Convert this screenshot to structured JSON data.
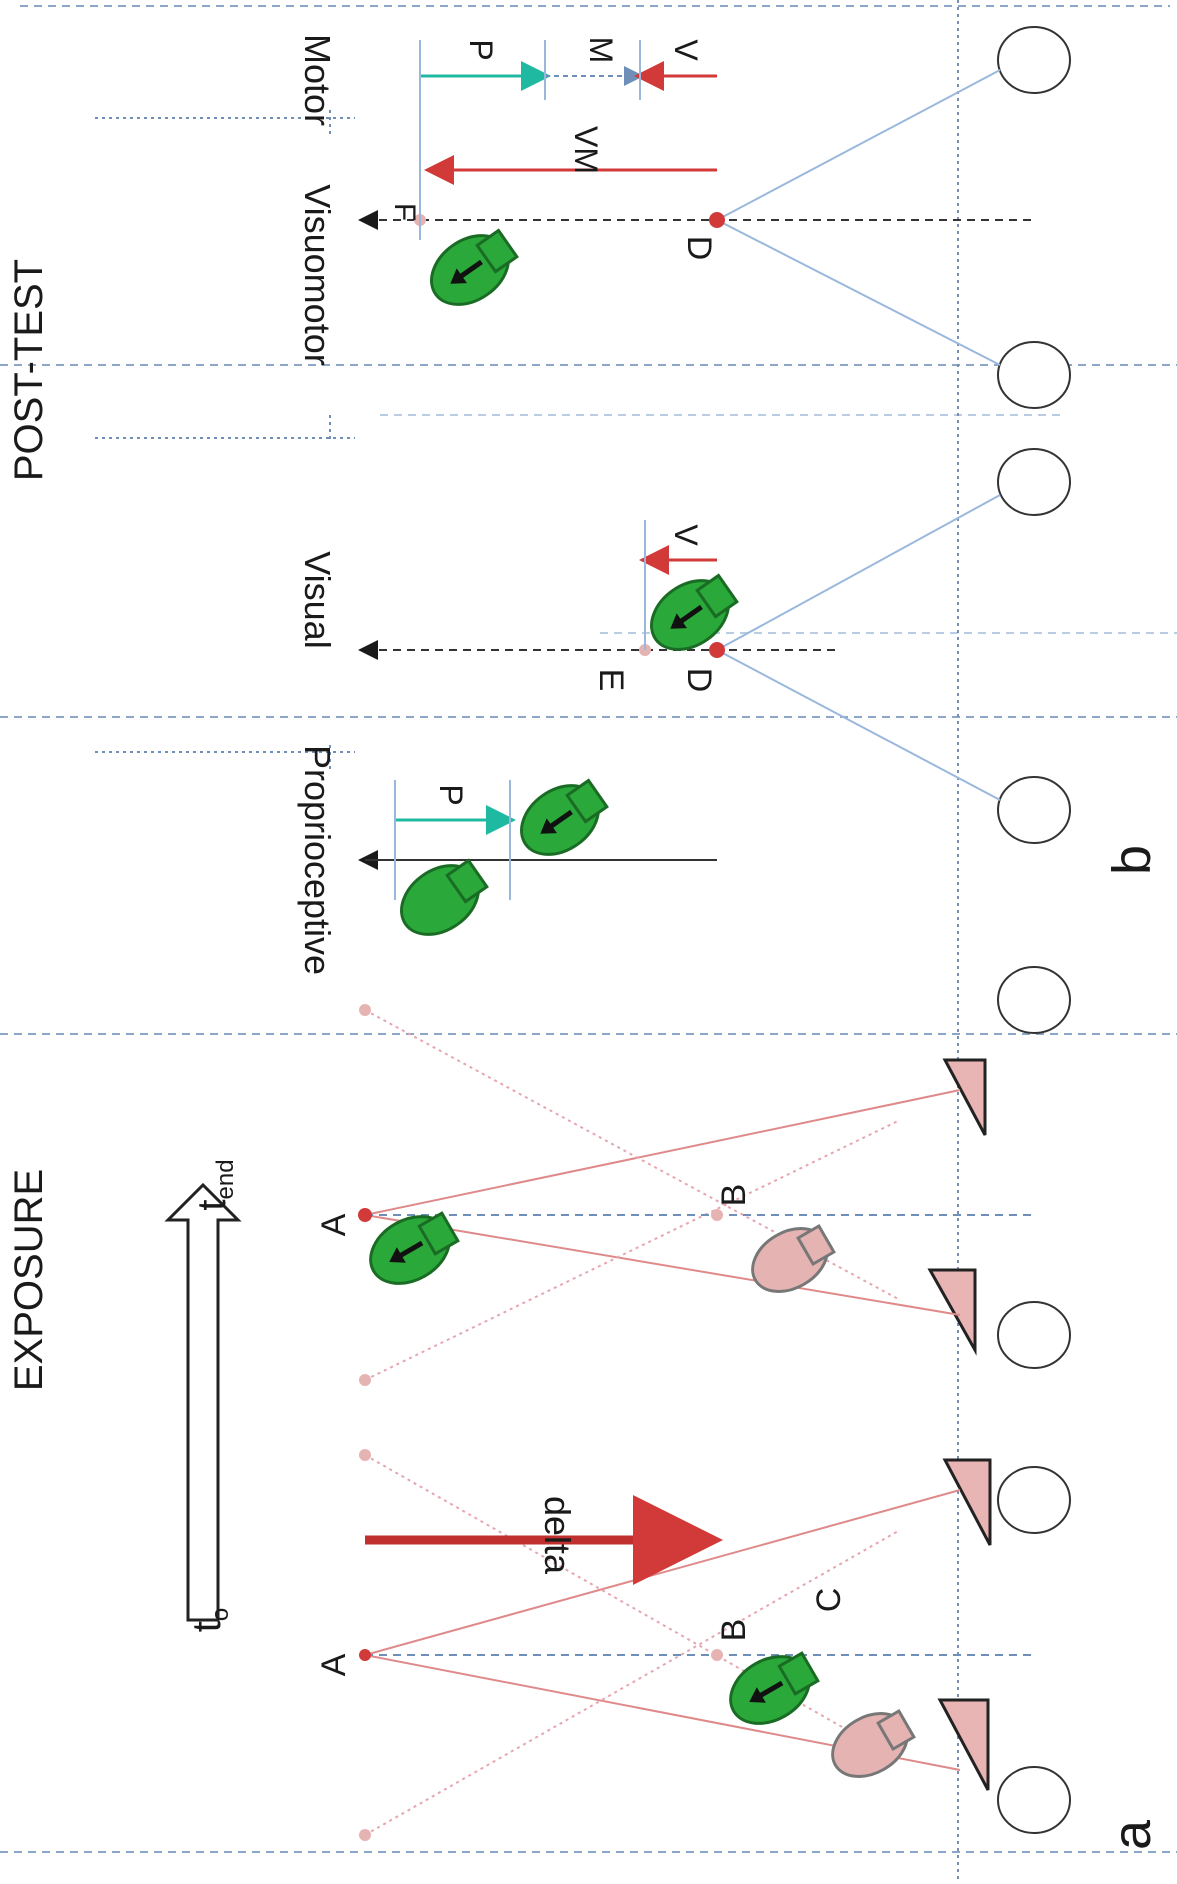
{
  "figure": {
    "panel_labels": {
      "exposure": "a",
      "post_test": "b"
    },
    "sections": {
      "exposure": "EXPOSURE",
      "post_test": "POST-TEST"
    },
    "time": {
      "start_base": "t",
      "start_sub": "o",
      "end_base": "t",
      "end_sub": "end"
    },
    "exposure_labels": {
      "delta": "delta",
      "point_a": "A",
      "point_b": "B",
      "point_c": "C"
    },
    "post_test_columns": {
      "proprioceptive": "Proprioceptive",
      "visual": "Visual",
      "visuomotor": "Visuomotor",
      "motor": "Motor"
    },
    "post_test_points": {
      "d": "D",
      "e": "E",
      "f": "F"
    },
    "measures": {
      "p": "P",
      "v": "V",
      "vm": "VM",
      "m": "M"
    },
    "colors": {
      "background": "#ffffff",
      "guide_dash": "#6f8fb8",
      "red": "#d23a3a",
      "pink": "#e8b4b4",
      "pink_line": "#df9a9a",
      "green_hand": "#2aa83a",
      "pink_hand": "#e6b3b3",
      "teal": "#1fb8a0",
      "sight_line": "#9ab8dc",
      "text": "#1a1a1a"
    }
  }
}
